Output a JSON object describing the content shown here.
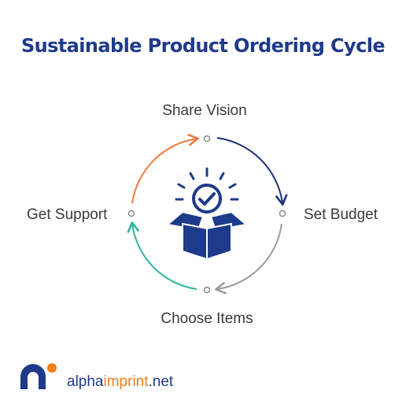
{
  "title": "Sustainable Product Ordering Cycle",
  "stages": {
    "top": "Share Vision",
    "right": "Set Budget",
    "bottom": "Choose Items",
    "left": "Get Support"
  },
  "arrow_colors": {
    "top_right": "#1f2f78",
    "right_bottom": "#9a9a9a",
    "bottom_left": "#2bb5a0",
    "left_top": "#f07a3c"
  },
  "icon": "open-box-with-checkmark-icon",
  "brand": {
    "name_part1": "alpha",
    "name_part2": "imprint",
    "name_part3": ".net",
    "primary_color": "#1e3a8a",
    "accent_color": "#f07d1a"
  }
}
